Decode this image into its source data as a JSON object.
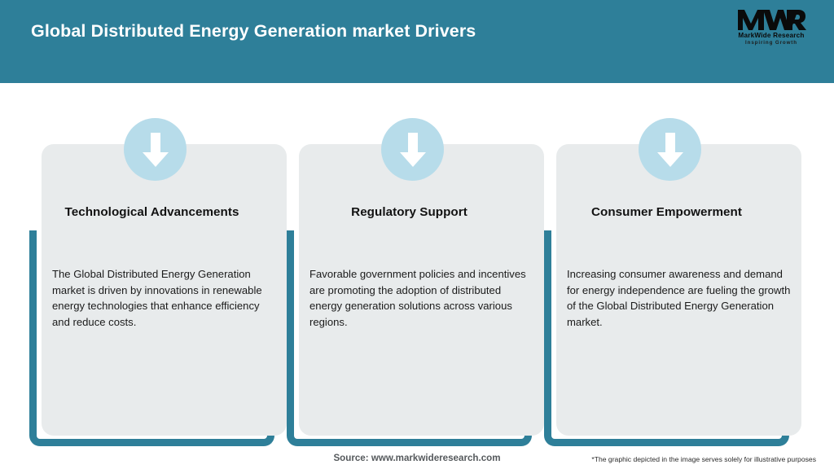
{
  "header": {
    "title": "Global Distributed Energy Generation market Drivers",
    "background_color": "#2e7f99",
    "title_color": "#ffffff",
    "logo": {
      "mark": "MWR",
      "name": "MarkWide Research",
      "tagline": "Inspiring Growth"
    }
  },
  "theme": {
    "accent": "#2e7f99",
    "panel_fill": "#e8ebec",
    "icon_circle": "#b7dcea",
    "icon_arrow": "#ffffff",
    "page_background": "#ffffff"
  },
  "cards": [
    {
      "icon": "arrow-down-icon",
      "title": "Technological Advancements",
      "body": "The Global Distributed Energy Generation market is driven by innovations in renewable energy technologies that enhance efficiency and reduce costs."
    },
    {
      "icon": "arrow-down-icon",
      "title": "Regulatory Support",
      "body": "Favorable government policies and incentives are promoting the adoption of distributed energy generation solutions across various regions."
    },
    {
      "icon": "arrow-down-icon",
      "title": "Consumer Empowerment",
      "body": "Increasing consumer awareness and demand for energy independence are fueling the growth of the Global Distributed Energy Generation market."
    }
  ],
  "footer": {
    "source": "Source: www.markwideresearch.com",
    "disclaimer": "*The graphic depicted in the image serves solely for illustrative purposes"
  }
}
